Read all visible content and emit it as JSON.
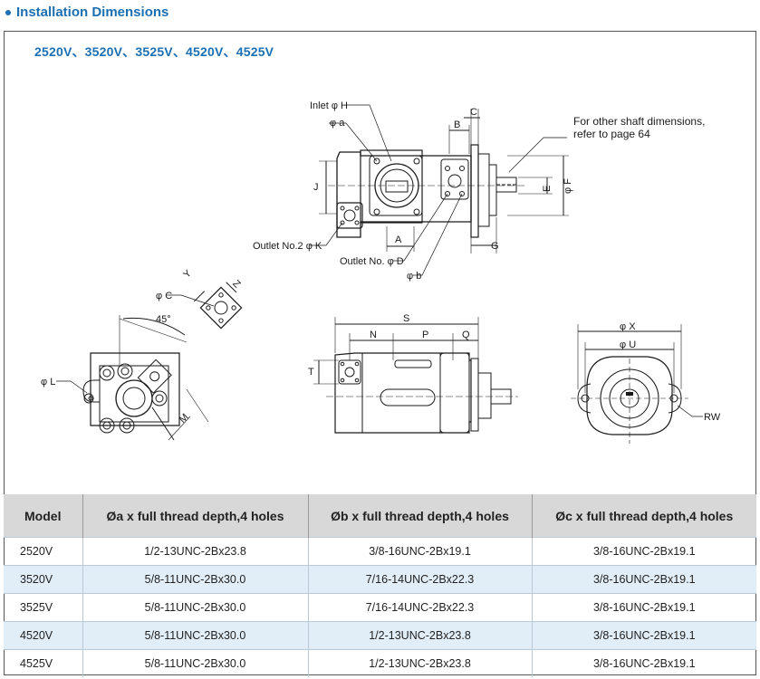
{
  "section_title": "Installation Dimensions",
  "models_heading": "2520V、3520V、3525V、4520V、4525V",
  "drawing": {
    "labels": {
      "inlet_h": "Inlet φ H",
      "a_hole": "φ a",
      "b": "B",
      "c": "C",
      "note_line1": "For other shaft dimensions,",
      "note_line2": "refer to page",
      "note_page": "64",
      "j": "J",
      "e": "E",
      "f": "φ F",
      "a": "A",
      "g": "G",
      "outlet2": "Outlet No.2 φ K",
      "outlet_d": "Outlet No. φ D",
      "b_hole": "φ b",
      "c_hole": "φ C",
      "y": "Y",
      "z": "Z",
      "angle": "45°",
      "l_hole": "φ L",
      "m": "M",
      "s": "S",
      "n": "N",
      "p": "P",
      "q": "Q",
      "t": "T",
      "x": "φ X",
      "u": "φ U",
      "rw": "RW"
    }
  },
  "table": {
    "headers": [
      "Model",
      "Øa x full thread depth,4 holes",
      "Øb x full thread depth,4 holes",
      "Øc x full thread depth,4 holes"
    ],
    "rows": [
      [
        "2520V",
        "1/2-13UNC-2Bx23.8",
        "3/8-16UNC-2Bx19.1",
        "3/8-16UNC-2Bx19.1"
      ],
      [
        "3520V",
        "5/8-11UNC-2Bx30.0",
        "7/16-14UNC-2Bx22.3",
        "3/8-16UNC-2Bx19.1"
      ],
      [
        "3525V",
        "5/8-11UNC-2Bx30.0",
        "7/16-14UNC-2Bx22.3",
        "3/8-16UNC-2Bx19.1"
      ],
      [
        "4520V",
        "5/8-11UNC-2Bx30.0",
        "1/2-13UNC-2Bx23.8",
        "3/8-16UNC-2Bx19.1"
      ],
      [
        "4525V",
        "5/8-11UNC-2Bx30.0",
        "1/2-13UNC-2Bx23.8",
        "3/8-16UNC-2Bx19.1"
      ]
    ]
  },
  "colors": {
    "accent": "#1d6fb3",
    "header_bg": "#d8d8d8",
    "alt_row": "#e1eef8"
  }
}
